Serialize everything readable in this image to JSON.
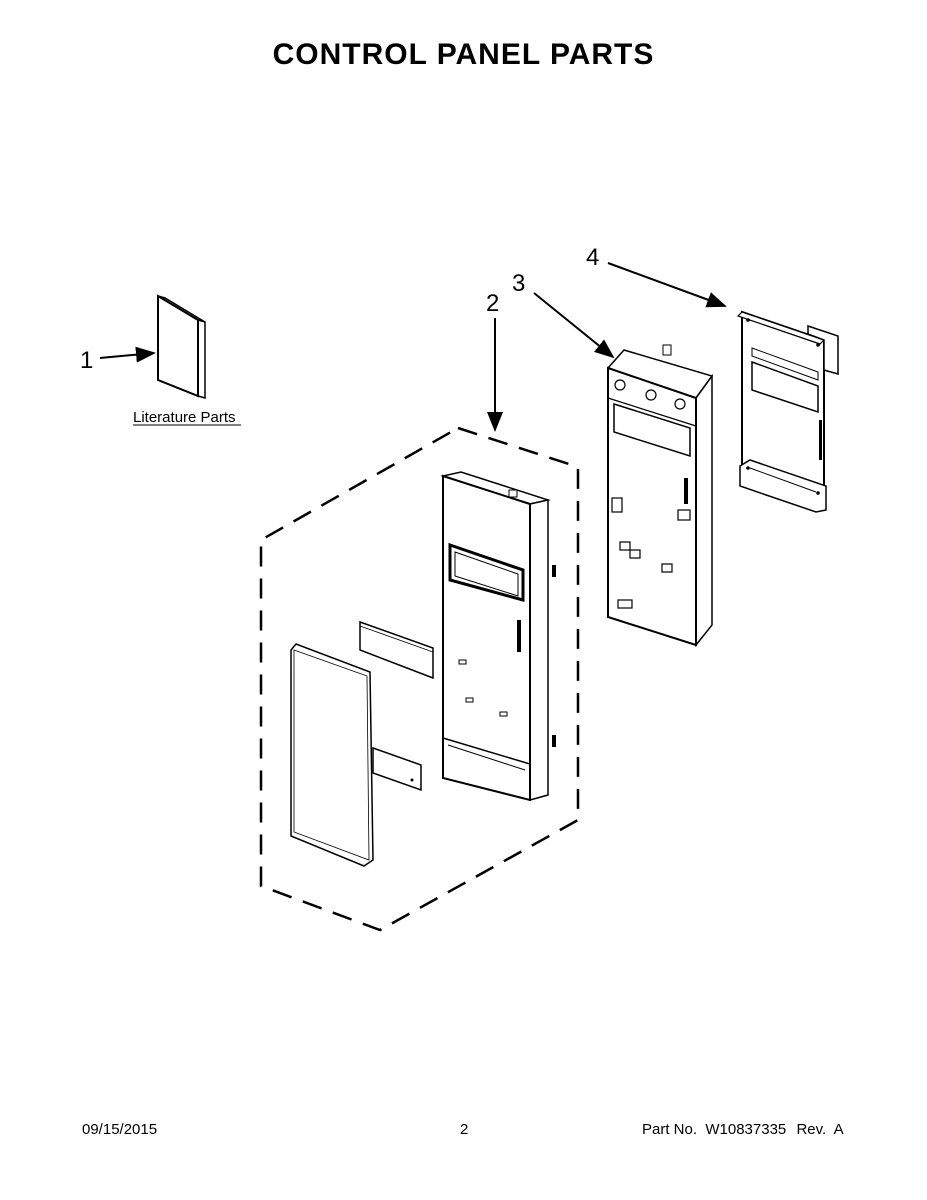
{
  "page": {
    "title": "CONTROL PANEL PARTS"
  },
  "callouts": {
    "c1": "1",
    "c2": "2",
    "c3": "3",
    "c4": "4"
  },
  "literature_label": "Literature Parts",
  "footer": {
    "date": "09/15/2015",
    "page_number": "2",
    "part_number": "Part No.  W10837335",
    "revision": "Rev.  A"
  }
}
